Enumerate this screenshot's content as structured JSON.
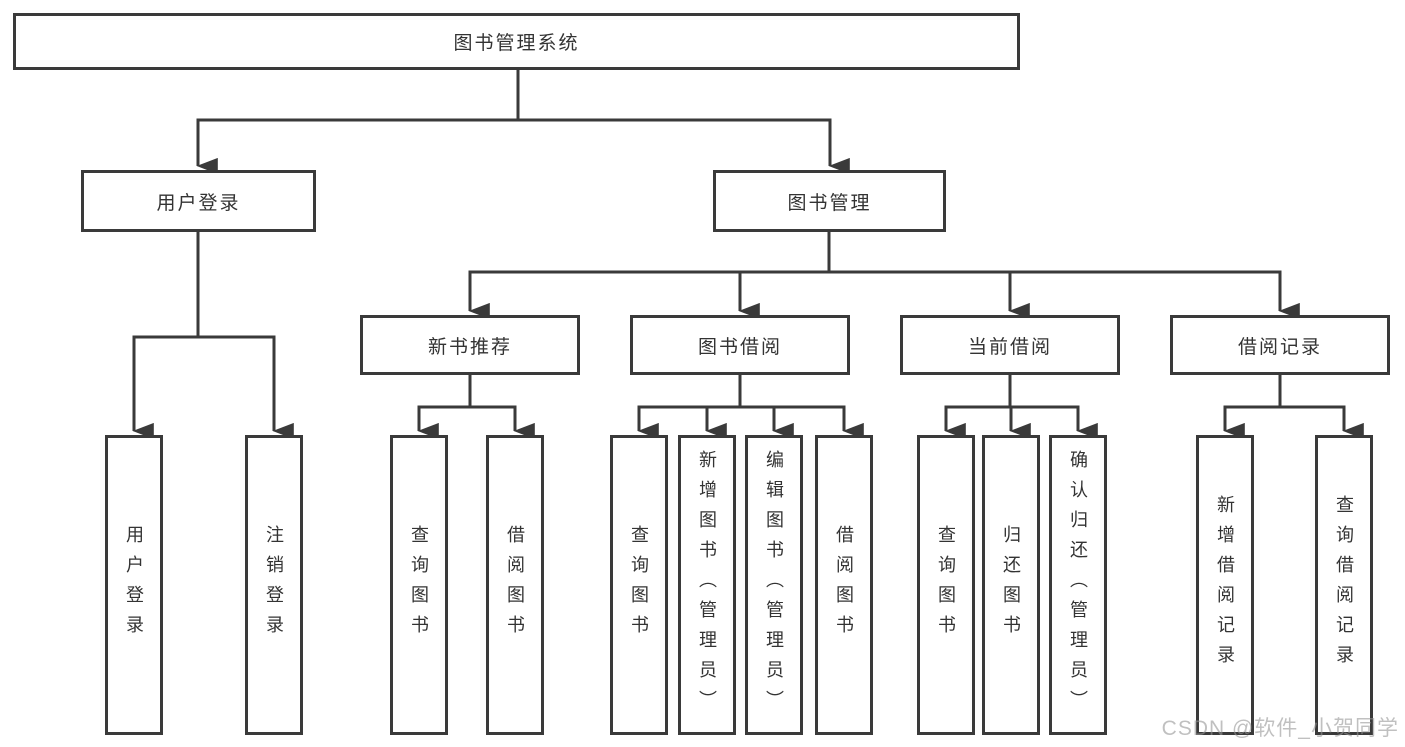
{
  "diagram": {
    "root": {
      "label": "图书管理系统"
    },
    "branches": [
      {
        "label": "用户登录",
        "children": [
          {
            "label": "用户登录"
          },
          {
            "label": "注销登录"
          }
        ]
      },
      {
        "label": "图书管理",
        "children": [
          {
            "label": "新书推荐",
            "children": [
              {
                "label": "查询图书"
              },
              {
                "label": "借阅图书"
              }
            ]
          },
          {
            "label": "图书借阅",
            "children": [
              {
                "label": "查询图书"
              },
              {
                "label": "新增图书（管理员）"
              },
              {
                "label": "编辑图书（管理员）"
              },
              {
                "label": "借阅图书"
              }
            ]
          },
          {
            "label": "当前借阅",
            "children": [
              {
                "label": "查询图书"
              },
              {
                "label": "归还图书"
              },
              {
                "label": "确认归还（管理员）"
              }
            ]
          },
          {
            "label": "借阅记录",
            "children": [
              {
                "label": "新增借阅记录"
              },
              {
                "label": "查询借阅记录"
              }
            ]
          }
        ]
      }
    ],
    "watermark": "CSDN @软件_小贺同学",
    "colors": {
      "line": "#3a3a3a",
      "text": "#333333",
      "box_background": "#ffffff",
      "watermark": "#c2c2c2"
    }
  }
}
